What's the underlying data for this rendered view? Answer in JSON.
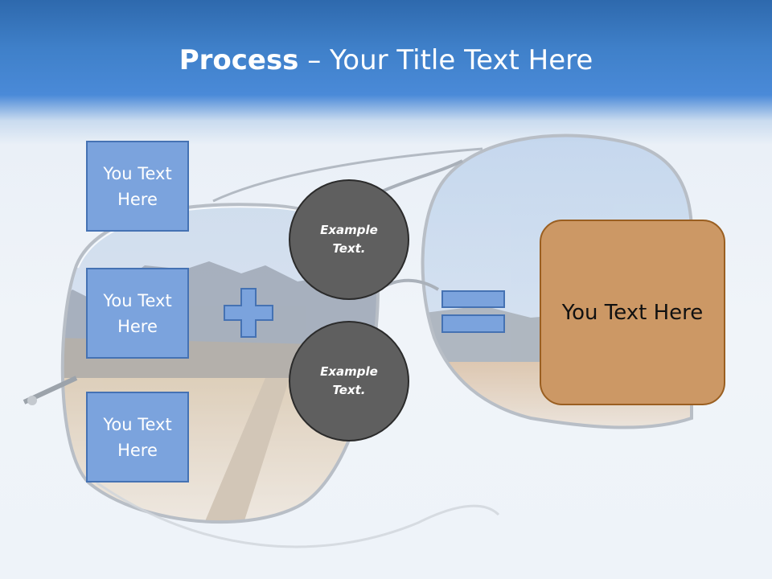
{
  "title": {
    "bold": "Process",
    "rest": " – Your Title Text Here"
  },
  "inputs": [
    {
      "label": "You Text Here"
    },
    {
      "label": "You Text Here"
    },
    {
      "label": "You Text Here"
    }
  ],
  "circles": [
    {
      "label": "Example Text."
    },
    {
      "label": "Example Text."
    }
  ],
  "result": {
    "label": "You Text Here"
  },
  "colors": {
    "header_blue": "#3f80c9",
    "box_fill": "#7ba3dd",
    "box_border": "#4572b3",
    "circle_fill": "#5f5f5f",
    "result_fill": "#cc9865",
    "result_border": "#9a5f21"
  },
  "icons": {
    "plus": "plus-icon",
    "equals": "equals-icon",
    "background": "sunglasses-photo"
  }
}
